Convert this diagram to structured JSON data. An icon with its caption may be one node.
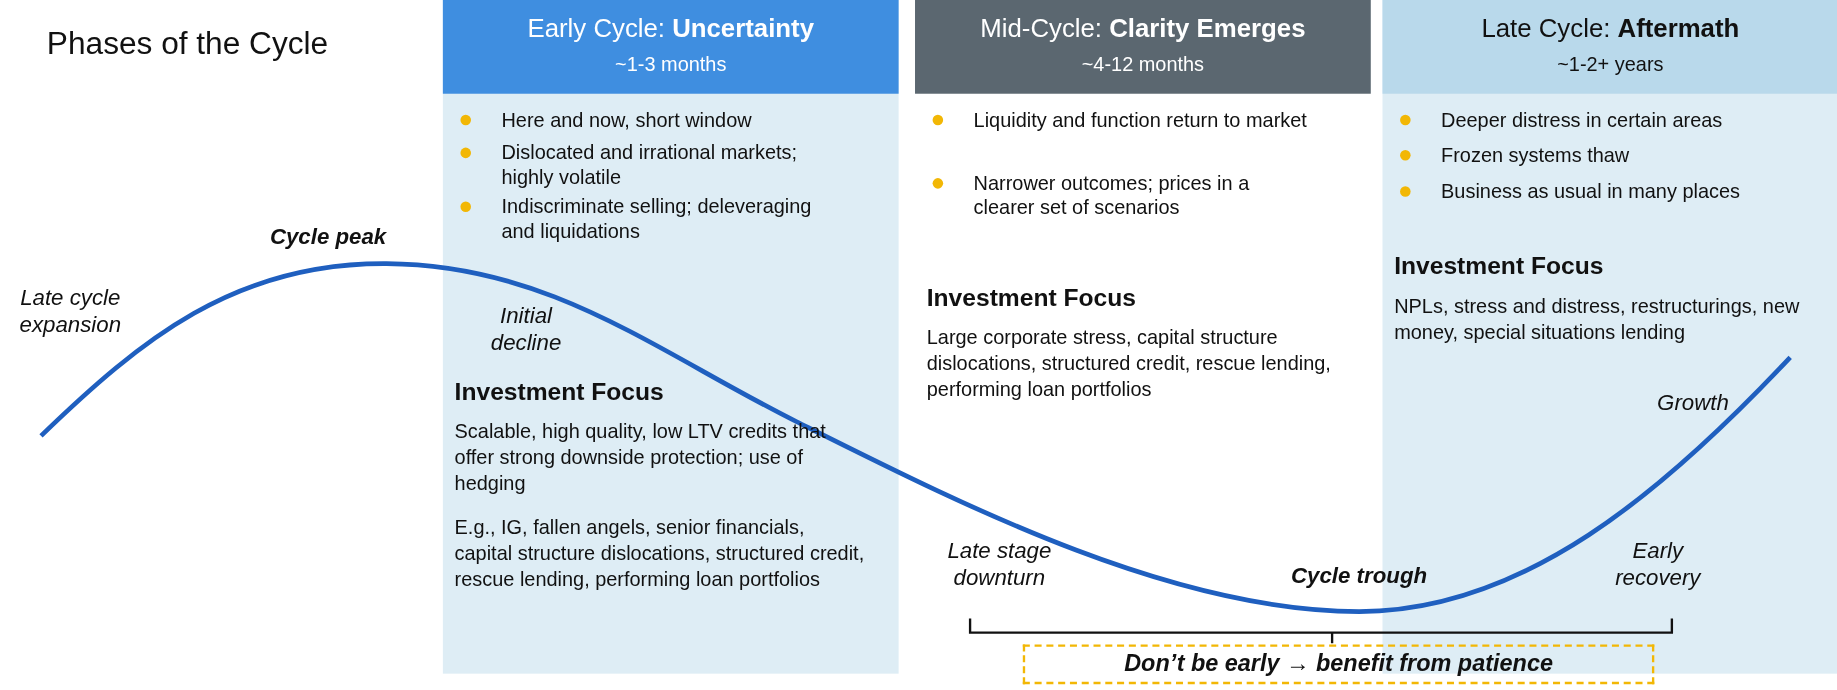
{
  "diagram": {
    "title": "Phases of the Cycle",
    "nodes": [
      {
        "text": [
          "Early Cycle: **Uncertainty**",
          "~1-3 months",
          "Here and now, short window",
          "Dislocated and irrational markets; highly volatile",
          "Indiscriminate selling; deleveraging and liquidations",
          "Investment Focus",
          "Scalable, high quality, low LTV credits that offer strong downside protection; use of hedging",
          "E.g., IG, fallen angels, senior financials, capital structure dislocations, structured credit, rescue lending, performing loan portfolios"
        ]
      },
      {
        "text": [
          "Mid-Cycle: **Clarity Emerges**",
          "~4-12 months",
          "Liquidity and function return to market",
          "Narrower outcomes; prices in a clearer set of scenarios",
          "Investment Focus",
          "Large corporate stress, capital structure dislocations, structured credit, rescue lending, performing loan portfolios"
        ]
      },
      {
        "text": [
          "Late Cycle: **Aftermath**",
          "~1-2+ years",
          "Deeper distress in certain areas",
          "Frozen systems thaw",
          "Business as usual in many places",
          "Investment Focus",
          "NPLs, stress and distress, restructurings, new money, special situations lending"
        ]
      },
      {
        "text": [
          "Don’t be early → benefit from patience"
        ]
      }
    ],
    "labels": [
      "Late cycle expansion",
      "Cycle peak",
      "Initial decline",
      "Late stage downturn",
      "Cycle trough",
      "Early recovery",
      "Growth"
    ]
  }
}
